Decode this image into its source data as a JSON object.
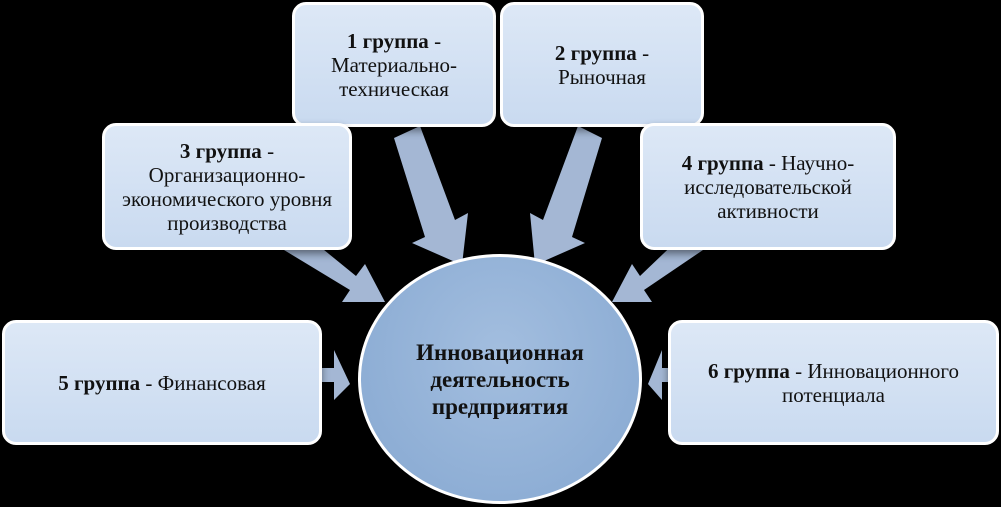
{
  "center": {
    "title": "Инновационная деятельность предприятия"
  },
  "groups": [
    {
      "id": "g1",
      "head": "1 группа",
      "sep": " - ",
      "text": "Материально-техническая"
    },
    {
      "id": "g2",
      "head": "2 группа",
      "sep": " - ",
      "text": "Рыночная"
    },
    {
      "id": "g3",
      "head": "3 группа",
      "sep": " - ",
      "text": "Организационно-экономического уровня производства"
    },
    {
      "id": "g4",
      "head": "4 группа",
      "sep": " - ",
      "text": "Научно-исследовательской активности"
    },
    {
      "id": "g5",
      "head": "5 группа",
      "sep": " - ",
      "text": "Финансовая"
    },
    {
      "id": "g6",
      "head": "6 группа",
      "sep": " - ",
      "text": "Инновационного потенциала"
    }
  ],
  "colors": {
    "background": "#000000",
    "box_fill": "#d4e2f3",
    "box_border": "#ffffff",
    "circle_fill": "#93b2d8",
    "arrow_fill": "#a4b7d4",
    "text": "#111111"
  }
}
